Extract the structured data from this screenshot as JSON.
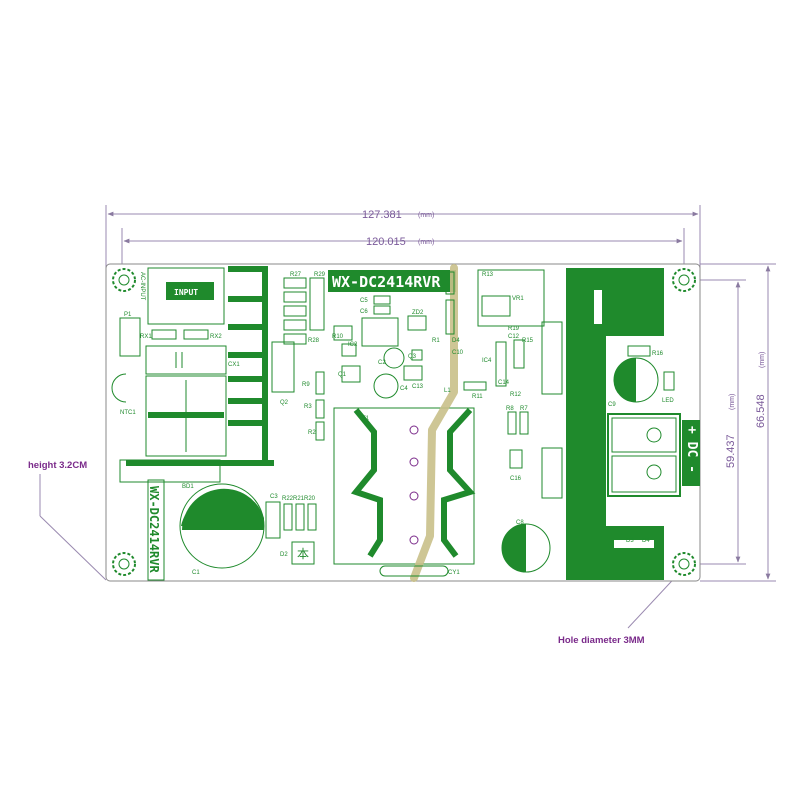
{
  "dimensions": {
    "overall_width": "127.381",
    "hole_spacing_x": "120.015",
    "hole_spacing_y": "59.437",
    "overall_height": "66.548",
    "unit": "(mm)"
  },
  "annotations": {
    "height_note": "height 3.2CM",
    "hole_note": "Hole diameter 3MM"
  },
  "board": {
    "model_top": "WX-DC2414RVR",
    "model_side": "WX-DC2414RVR",
    "output_label": "+ DC -",
    "input_label": "AC-INPUT",
    "connector_label": "INPUT",
    "led_label": "LED",
    "component_labels": {
      "p1": "P1",
      "rx1": "RX1",
      "rx2": "RX2",
      "cx1": "CX1",
      "ntc": "NTC1",
      "bd1": "BD1",
      "c1": "C1",
      "c3": "C3",
      "r22": "R22R21R20",
      "d2": "D2",
      "r27": "R27",
      "r29": "R29",
      "r28": "R28",
      "r9": "R9",
      "r3": "R3",
      "r2": "R2",
      "q1": "Q1",
      "q2": "Q2",
      "c5": "C5",
      "c6": "C6",
      "r10": "R10",
      "ic2": "IC2",
      "q3": "Q3",
      "c2": "C2",
      "c4": "C4",
      "r1": "R1",
      "zd2": "ZD2",
      "c13": "C13",
      "t1": "T1",
      "l1": "L1",
      "d4": "D4",
      "c10": "C10",
      "ic4": "IC4",
      "r11": "R11",
      "r13": "R13",
      "vr1": "VR1",
      "r19": "R19",
      "c12": "C12",
      "r15": "R15",
      "r12": "R12",
      "c14": "C14",
      "r8": "R8",
      "r7": "R7",
      "c16": "C16",
      "c9": "C9",
      "cy1": "CY1",
      "r16": "R16",
      "c8": "C8",
      "d3": "D3",
      "d4b": "D4"
    }
  }
}
